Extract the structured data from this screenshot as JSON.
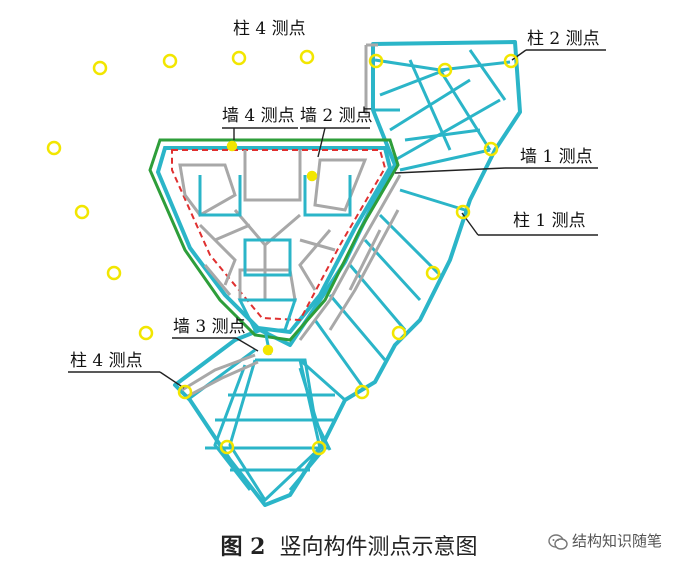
{
  "labels": {
    "col4_top": "柱 4 测点",
    "col2": "柱 2 测点",
    "wall4": "墙 4 测点",
    "wall2": "墙 2 测点",
    "wall1": "墙 1 测点",
    "col1": "柱 1 测点",
    "wall3": "墙 3 测点",
    "col4_left": "柱 4 测点"
  },
  "caption": {
    "figure_no": "图 2",
    "title": "竖向构件测点示意图"
  },
  "watermark": "结构知识随笔",
  "colors": {
    "frame": "#2bb5c8",
    "inner_frame": "#a8a8a8",
    "green_wall": "#2e9e3a",
    "red_line": "#e03030",
    "marker": "#f2e600",
    "leader": "#222222"
  }
}
